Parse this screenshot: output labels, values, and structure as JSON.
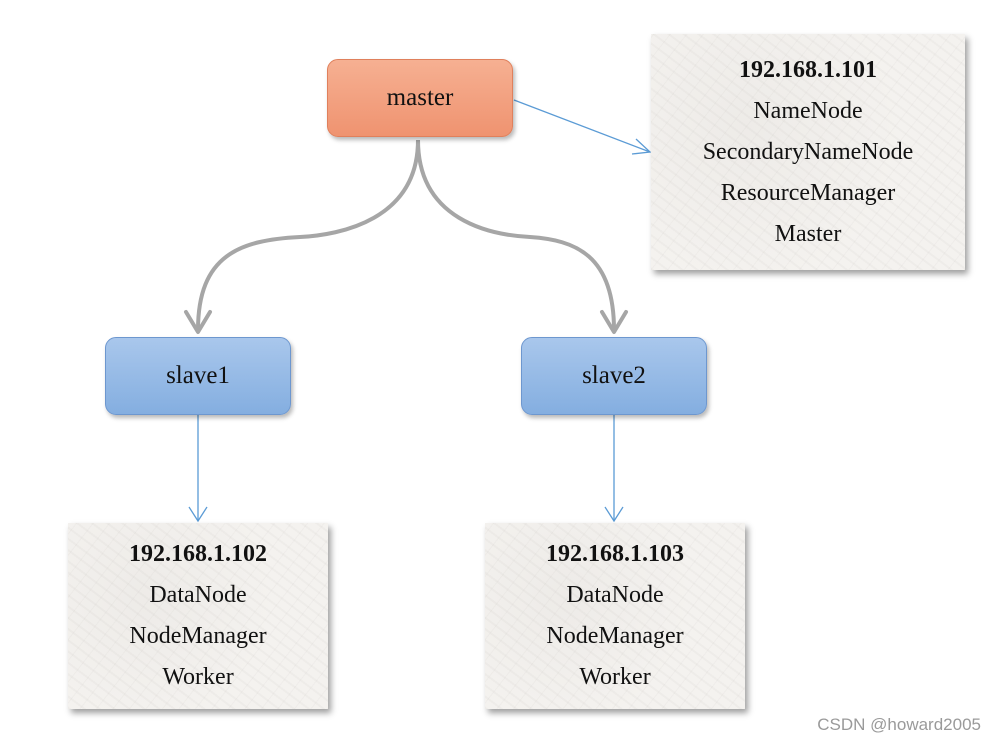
{
  "nodes": {
    "master": "master",
    "slave1": "slave1",
    "slave2": "slave2"
  },
  "cards": {
    "master": {
      "ip": "192.168.1.101",
      "roles": [
        "NameNode",
        "SecondaryNameNode",
        "ResourceManager",
        "Master"
      ]
    },
    "slave1": {
      "ip": "192.168.1.102",
      "roles": [
        "DataNode",
        "NodeManager",
        "Worker"
      ]
    },
    "slave2": {
      "ip": "192.168.1.103",
      "roles": [
        "DataNode",
        "NodeManager",
        "Worker"
      ]
    }
  },
  "watermark": "CSDN @howard2005",
  "colors": {
    "master_fill": "#f2a080",
    "slave_fill": "#95b9e6",
    "link_gray": "#a6a6a6",
    "link_blue": "#5b9bd5"
  }
}
